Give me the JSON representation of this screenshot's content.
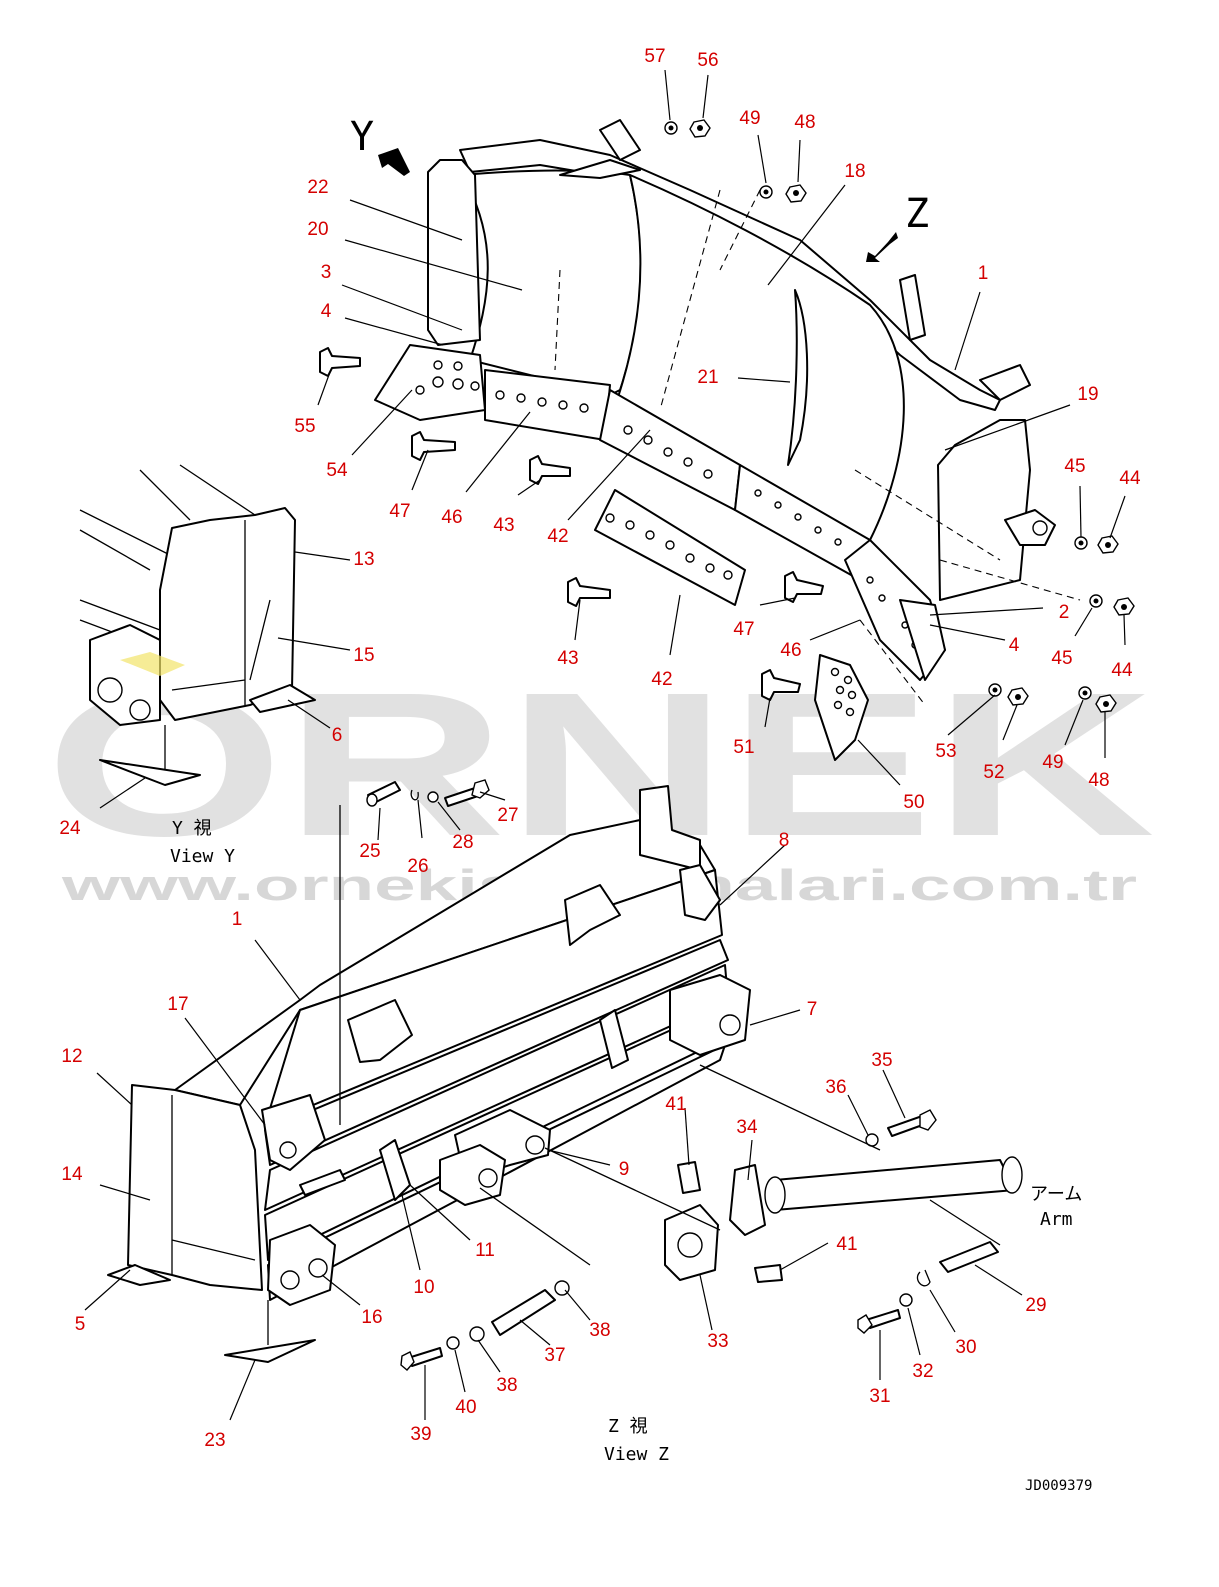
{
  "watermark": {
    "brand": "ORNEK",
    "website": "www.ornekismakinalari.com.tr"
  },
  "drawing_code": "JD009379",
  "view_markers": {
    "y_letter": "Y",
    "z_letter": "Z"
  },
  "views": {
    "view_y_jp": "Y 視",
    "view_y_en": "View Y",
    "view_z_jp": "Z 視",
    "view_z_en": "View Z"
  },
  "arm_label": {
    "jp": "アーム",
    "en": "Arm"
  },
  "callouts": [
    "57",
    "56",
    "49",
    "48",
    "18",
    "22",
    "20",
    "3",
    "4",
    "55",
    "54",
    "47",
    "46",
    "43",
    "42",
    "21",
    "1",
    "19",
    "45",
    "44",
    "2",
    "4",
    "45",
    "44",
    "43",
    "42",
    "47",
    "46",
    "51",
    "53",
    "52",
    "49",
    "48",
    "50",
    "13",
    "15",
    "6",
    "24",
    "25",
    "26",
    "28",
    "27",
    "8",
    "1",
    "7",
    "17",
    "12",
    "14",
    "5",
    "16",
    "10",
    "11",
    "9",
    "41",
    "34",
    "36",
    "35",
    "41",
    "33",
    "38",
    "37",
    "38",
    "40",
    "39",
    "23",
    "29",
    "30",
    "32",
    "31"
  ],
  "colors": {
    "callout": "#d40000",
    "line": "#000000",
    "watermark": "#c9c9c9",
    "accent_yellow": "#f2e46a"
  }
}
